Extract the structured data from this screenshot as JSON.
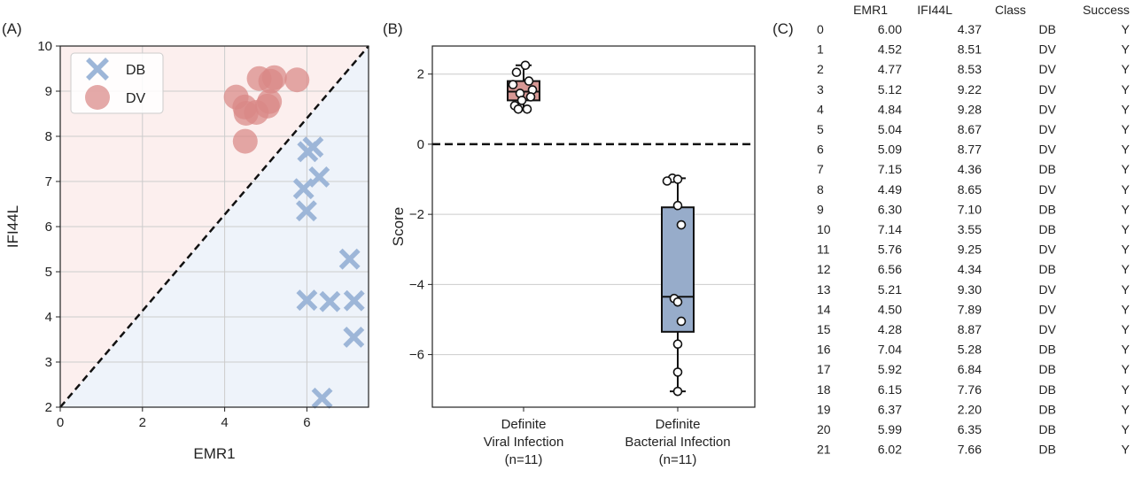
{
  "panels": {
    "a": "(A)",
    "b": "(B)",
    "c": "(C)"
  },
  "colors": {
    "db": "#9db6d8",
    "dv": "#d98886",
    "bg_db": "#eef3fa",
    "bg_dv": "#fcefee",
    "box_viral": "#d79895",
    "box_bact": "#97acca"
  },
  "chart_data": [
    {
      "type": "scatter",
      "xlabel": "EMR1",
      "ylabel": "IFI44L",
      "xlim": [
        0,
        7.5
      ],
      "ylim": [
        2,
        10
      ],
      "xticks": [
        0,
        2,
        4,
        6
      ],
      "yticks": [
        2,
        3,
        4,
        5,
        6,
        7,
        8,
        9,
        10
      ],
      "grid": true,
      "legend": "top-left",
      "boundary": {
        "style": "dashed",
        "from": [
          0,
          2
        ],
        "to": [
          7.5,
          10
        ]
      },
      "series": [
        {
          "name": "DB",
          "marker": "x",
          "x": [
            6.0,
            7.15,
            6.3,
            7.14,
            6.56,
            7.04,
            5.92,
            6.15,
            6.37,
            5.99,
            6.02
          ],
          "y": [
            4.37,
            4.36,
            7.1,
            3.55,
            4.34,
            5.28,
            6.84,
            7.76,
            2.2,
            6.35,
            7.66
          ]
        },
        {
          "name": "DV",
          "marker": "circle",
          "x": [
            4.52,
            4.77,
            5.12,
            4.84,
            5.04,
            5.09,
            4.49,
            5.76,
            5.21,
            4.5,
            4.28
          ],
          "y": [
            8.51,
            8.53,
            9.22,
            9.28,
            8.67,
            8.77,
            8.65,
            9.25,
            9.3,
            7.89,
            8.87
          ]
        }
      ]
    },
    {
      "type": "box",
      "ylabel": "Score",
      "ylim": [
        -7.5,
        2.8
      ],
      "yticks": [
        2,
        0,
        -2,
        -4,
        -6
      ],
      "ytick_labels": [
        "2",
        "0",
        "−2",
        "−4",
        "−6"
      ],
      "grid": true,
      "reference_line": {
        "y": 0,
        "style": "dashed"
      },
      "groups": [
        {
          "label_lines": [
            "Definite",
            "Viral Infection",
            "(n=11)"
          ],
          "q1": 1.25,
          "median": 1.5,
          "q3": 1.8,
          "whisker_low": 1.0,
          "whisker_high": 2.25,
          "points": [
            2.25,
            2.05,
            1.8,
            1.7,
            1.55,
            1.45,
            1.35,
            1.25,
            1.1,
            1.0,
            1.0
          ]
        },
        {
          "label_lines": [
            "Definite",
            "Bacterial Infection",
            "(n=11)"
          ],
          "q1": -5.35,
          "median": -4.35,
          "q3": -1.8,
          "whisker_low": -7.05,
          "whisker_high": -0.97,
          "points": [
            -0.97,
            -1.0,
            -1.75,
            -2.3,
            -4.4,
            -4.5,
            -5.05,
            -5.7,
            -6.5,
            -7.05,
            -1.05
          ]
        }
      ]
    },
    {
      "type": "table",
      "columns": [
        "",
        "EMR1",
        "IFI44L",
        "Class",
        "Success"
      ],
      "rows": [
        [
          "0",
          "6.00",
          "4.37",
          "DB",
          "Y"
        ],
        [
          "1",
          "4.52",
          "8.51",
          "DV",
          "Y"
        ],
        [
          "2",
          "4.77",
          "8.53",
          "DV",
          "Y"
        ],
        [
          "3",
          "5.12",
          "9.22",
          "DV",
          "Y"
        ],
        [
          "4",
          "4.84",
          "9.28",
          "DV",
          "Y"
        ],
        [
          "5",
          "5.04",
          "8.67",
          "DV",
          "Y"
        ],
        [
          "6",
          "5.09",
          "8.77",
          "DV",
          "Y"
        ],
        [
          "7",
          "7.15",
          "4.36",
          "DB",
          "Y"
        ],
        [
          "8",
          "4.49",
          "8.65",
          "DV",
          "Y"
        ],
        [
          "9",
          "6.30",
          "7.10",
          "DB",
          "Y"
        ],
        [
          "10",
          "7.14",
          "3.55",
          "DB",
          "Y"
        ],
        [
          "11",
          "5.76",
          "9.25",
          "DV",
          "Y"
        ],
        [
          "12",
          "6.56",
          "4.34",
          "DB",
          "Y"
        ],
        [
          "13",
          "5.21",
          "9.30",
          "DV",
          "Y"
        ],
        [
          "14",
          "4.50",
          "7.89",
          "DV",
          "Y"
        ],
        [
          "15",
          "4.28",
          "8.87",
          "DV",
          "Y"
        ],
        [
          "16",
          "7.04",
          "5.28",
          "DB",
          "Y"
        ],
        [
          "17",
          "5.92",
          "6.84",
          "DB",
          "Y"
        ],
        [
          "18",
          "6.15",
          "7.76",
          "DB",
          "Y"
        ],
        [
          "19",
          "6.37",
          "2.20",
          "DB",
          "Y"
        ],
        [
          "20",
          "5.99",
          "6.35",
          "DB",
          "Y"
        ],
        [
          "21",
          "6.02",
          "7.66",
          "DB",
          "Y"
        ]
      ]
    }
  ]
}
